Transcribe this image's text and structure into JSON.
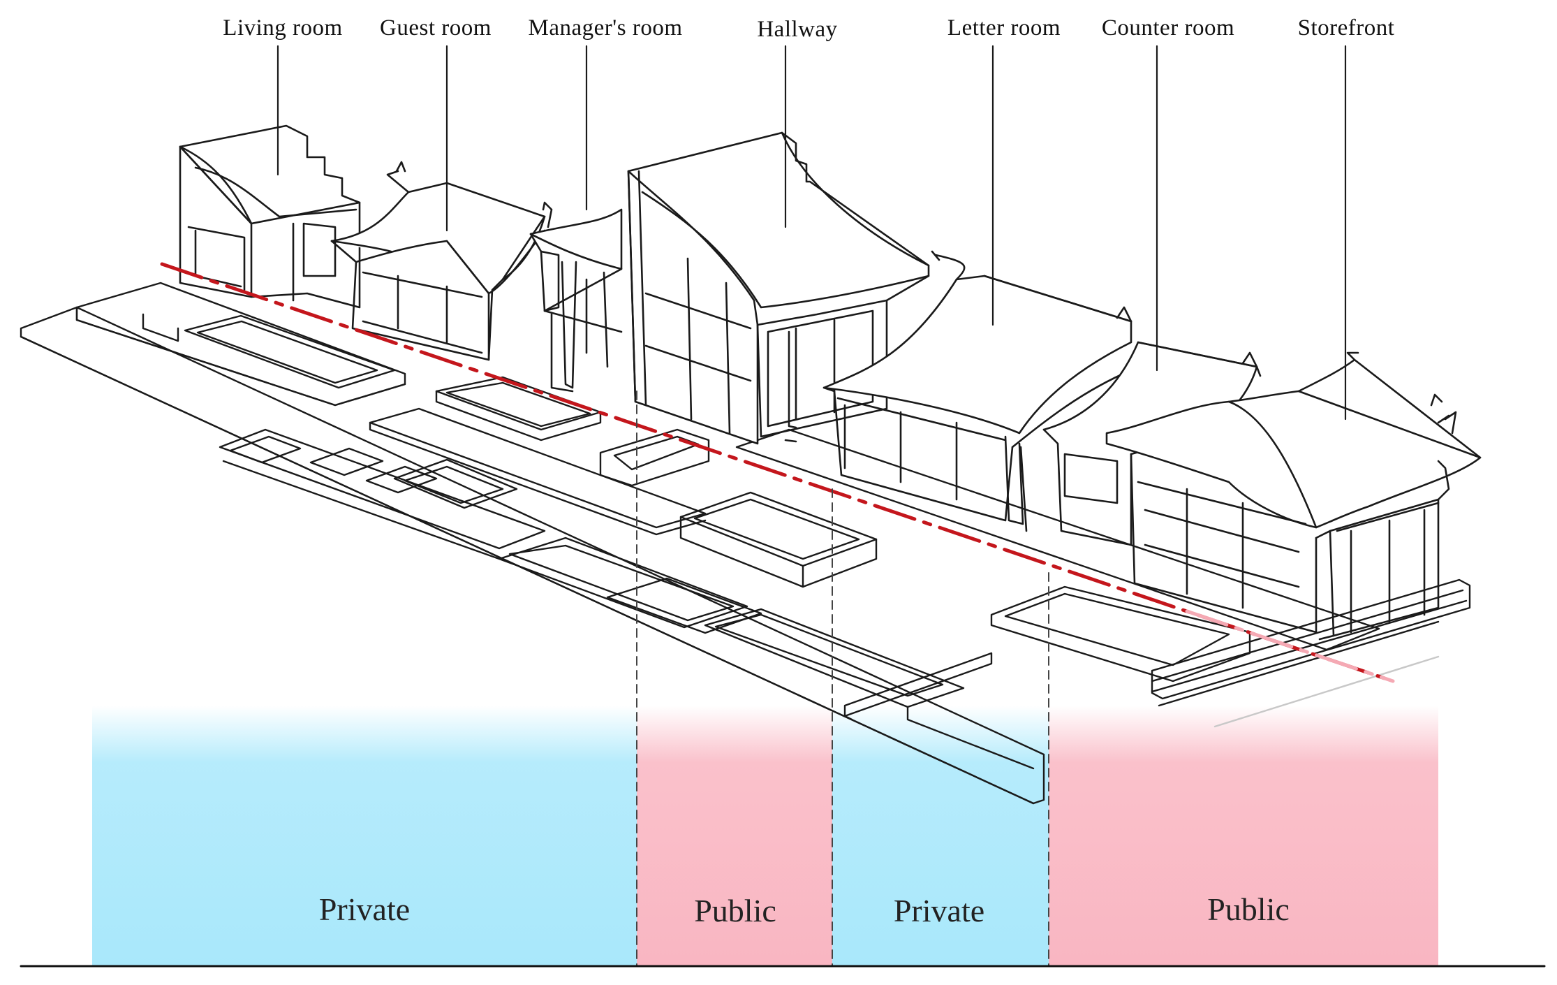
{
  "rooms": [
    {
      "id": "living",
      "label": "Living room"
    },
    {
      "id": "guest",
      "label": "Guest room"
    },
    {
      "id": "manager",
      "label": "Manager's room"
    },
    {
      "id": "hallway",
      "label": "Hallway"
    },
    {
      "id": "letter",
      "label": "Letter room"
    },
    {
      "id": "counter",
      "label": "Counter room"
    },
    {
      "id": "storefront",
      "label": "Storefront"
    }
  ],
  "zones": [
    {
      "label": "Private",
      "type": "private"
    },
    {
      "label": "Public",
      "type": "public"
    },
    {
      "label": "Private",
      "type": "private"
    },
    {
      "label": "Public",
      "type": "public"
    }
  ],
  "colors": {
    "private": "#a9e8fb",
    "public": "#f9b6c2",
    "axis_line": "#c4161c",
    "ink": "#1a1a1a"
  }
}
